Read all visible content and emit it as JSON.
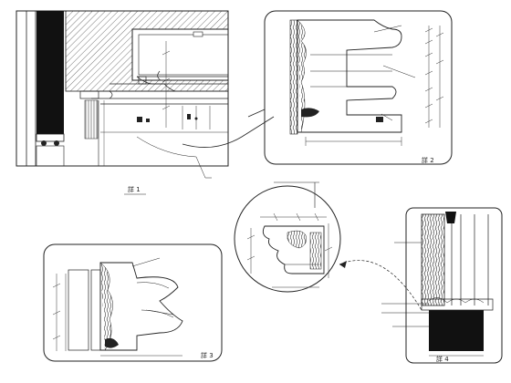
{
  "views": {
    "main_section": {
      "label": "詳 1"
    },
    "detail_top_right": {
      "label": "詳 2"
    },
    "detail_bottom_left": {
      "label": "詳 3"
    },
    "detail_right": {
      "label": "詳 4"
    }
  },
  "annotations": {
    "callout_main": "",
    "callout_center": "",
    "callout_b1": "",
    "callout_b2": "",
    "callout_b3": "",
    "callout_b4": ""
  },
  "colors": {
    "line": "#222222",
    "hatch": "#555555",
    "solid": "#111111",
    "background": "#ffffff"
  }
}
